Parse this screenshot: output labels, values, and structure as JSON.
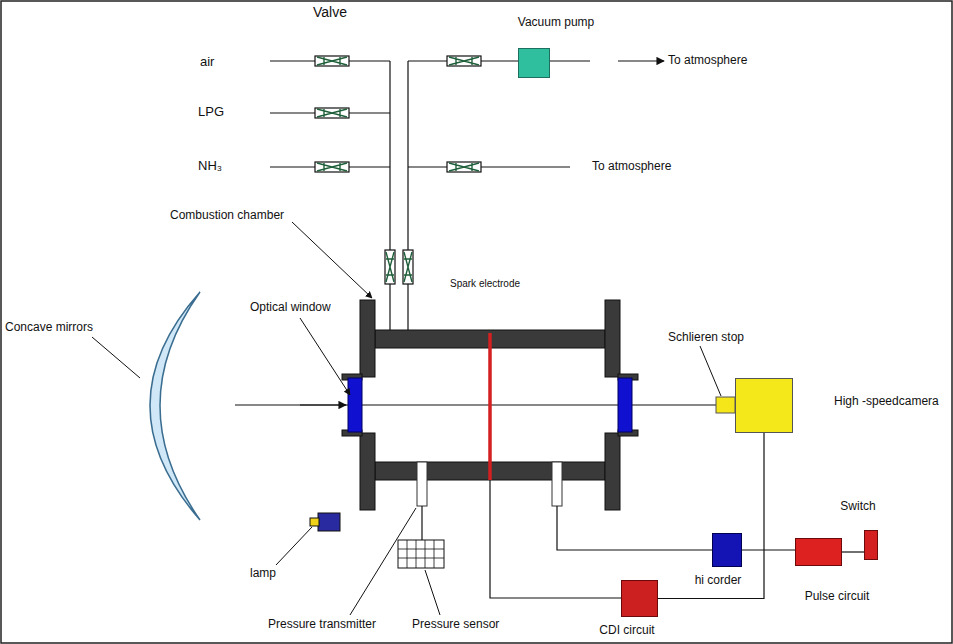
{
  "diagram": {
    "nodes": [
      {
        "text": [
          "Vacuum pump"
        ]
      },
      {
        "text": [
          "High -speedcamera"
        ]
      },
      {
        "text": [
          "Switch"
        ]
      },
      {
        "text": [
          "hi corder"
        ]
      },
      {
        "text": [
          "Pulse circuit"
        ]
      },
      {
        "text": [
          "CDI circuit"
        ]
      }
    ],
    "edges": [
      {
        "from": 3,
        "to": 4,
        "arrow": "none"
      },
      {
        "from": 4,
        "to": 2,
        "arrow": "none"
      },
      {
        "from": 5,
        "to": 1,
        "arrow": "none"
      }
    ],
    "labels": [
      "Valve",
      "air",
      "LPG",
      "NH₃",
      "To atmosphere",
      "To atmosphere",
      "Combustion chamber",
      "Spark electrode",
      "Concave mirrors",
      "Optical window",
      "Schlieren stop",
      "lamp",
      "Pressure transmitter",
      "Pressure sensor"
    ]
  }
}
